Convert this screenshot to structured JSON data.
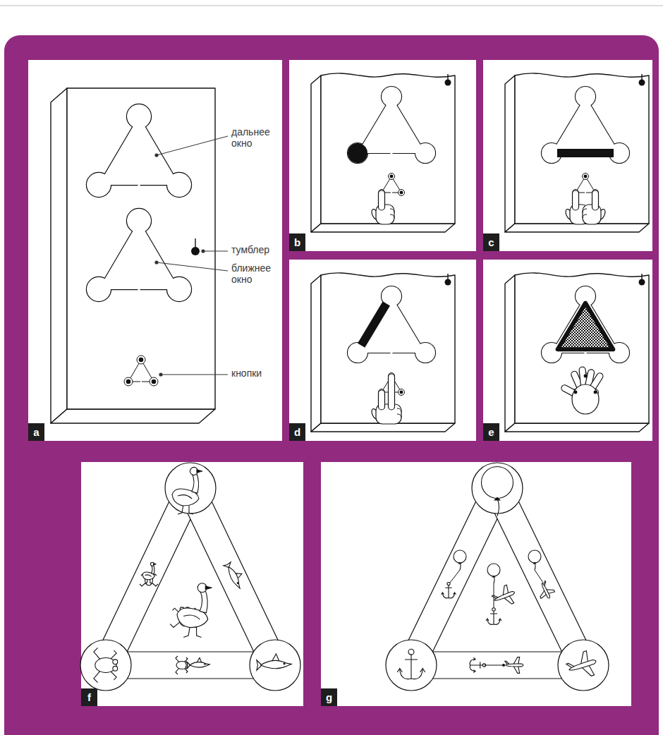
{
  "diagram": {
    "nodes": [
      {
        "text": [
          "a"
        ]
      },
      {
        "text": [
          "b"
        ]
      },
      {
        "text": [
          "c"
        ]
      },
      {
        "text": [
          "d"
        ]
      },
      {
        "text": [
          "e"
        ]
      },
      {
        "text": [
          "f"
        ]
      },
      {
        "text": [
          "g"
        ]
      }
    ],
    "labels": [
      "дальнее окно",
      "тумблер",
      "ближнее окно",
      "кнопки"
    ]
  }
}
